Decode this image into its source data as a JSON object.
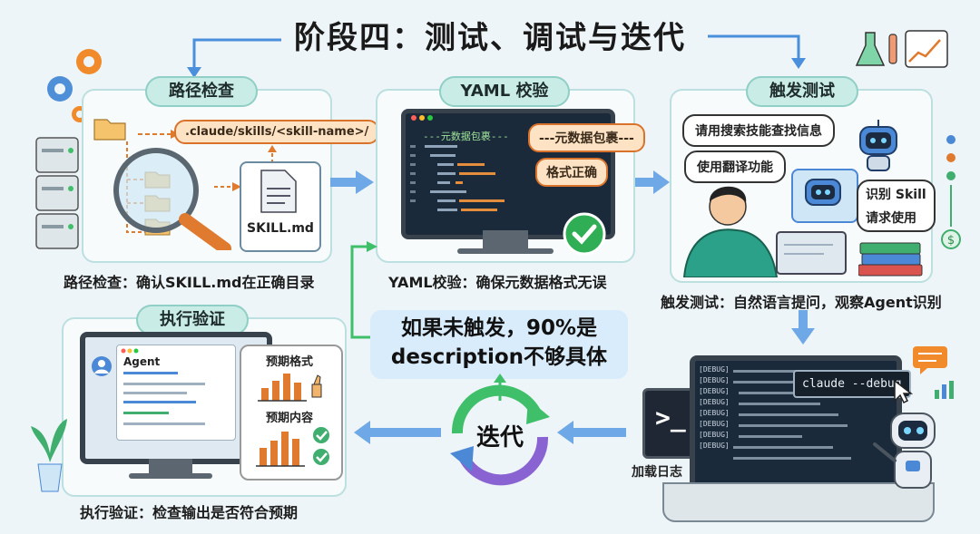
{
  "title": "阶段四：测试、调试与迭代",
  "path_check": {
    "tag": "路径检查",
    "path_label": ".claude/skills/<skill-name>/",
    "file_label": "SKILL.md",
    "caption": "路径检查：确认SKILL.md在正确目录"
  },
  "yaml_check": {
    "tag": "YAML 校验",
    "code_header": "---元数据包裹---",
    "bubble_metadata": "---元数据包裹---",
    "bubble_format": "格式正确",
    "caption": "YAML校验：确保元数据格式无误"
  },
  "trigger_test": {
    "tag": "触发测试",
    "bubble_search": "请用搜索技能查找信息",
    "bubble_translate": "使用翻译功能",
    "bubble_recognize_1": "识别 Skill",
    "bubble_recognize_2": "请求使用",
    "caption": "触发测试：自然语言提问，观察Agent识别"
  },
  "exec_verify": {
    "tag": "执行验证",
    "agent_label": "Agent",
    "expected_format": "预期格式",
    "expected_content": "预期内容",
    "caption": "执行验证：检查输出是否符合预期"
  },
  "callout": {
    "line1": "如果未触发，90%是",
    "line2": "description不够具体"
  },
  "iterate_label": "迭代",
  "debug": {
    "terminal_prompt": ">_",
    "command": "claude --debug",
    "caption": "加载日志",
    "lines": [
      "[DEBUG]",
      "[DEBUG]",
      "[DEBUG]",
      "[DEBUG]",
      "[DEBUG]",
      "[DEBUG]",
      "[DEBUG]",
      "[DEBUG]"
    ]
  },
  "colors": {
    "arrow_blue": "#4a8fdc",
    "accent_orange": "#e07a2e",
    "teal": "#1fa08a",
    "green_check": "#27a64a"
  }
}
